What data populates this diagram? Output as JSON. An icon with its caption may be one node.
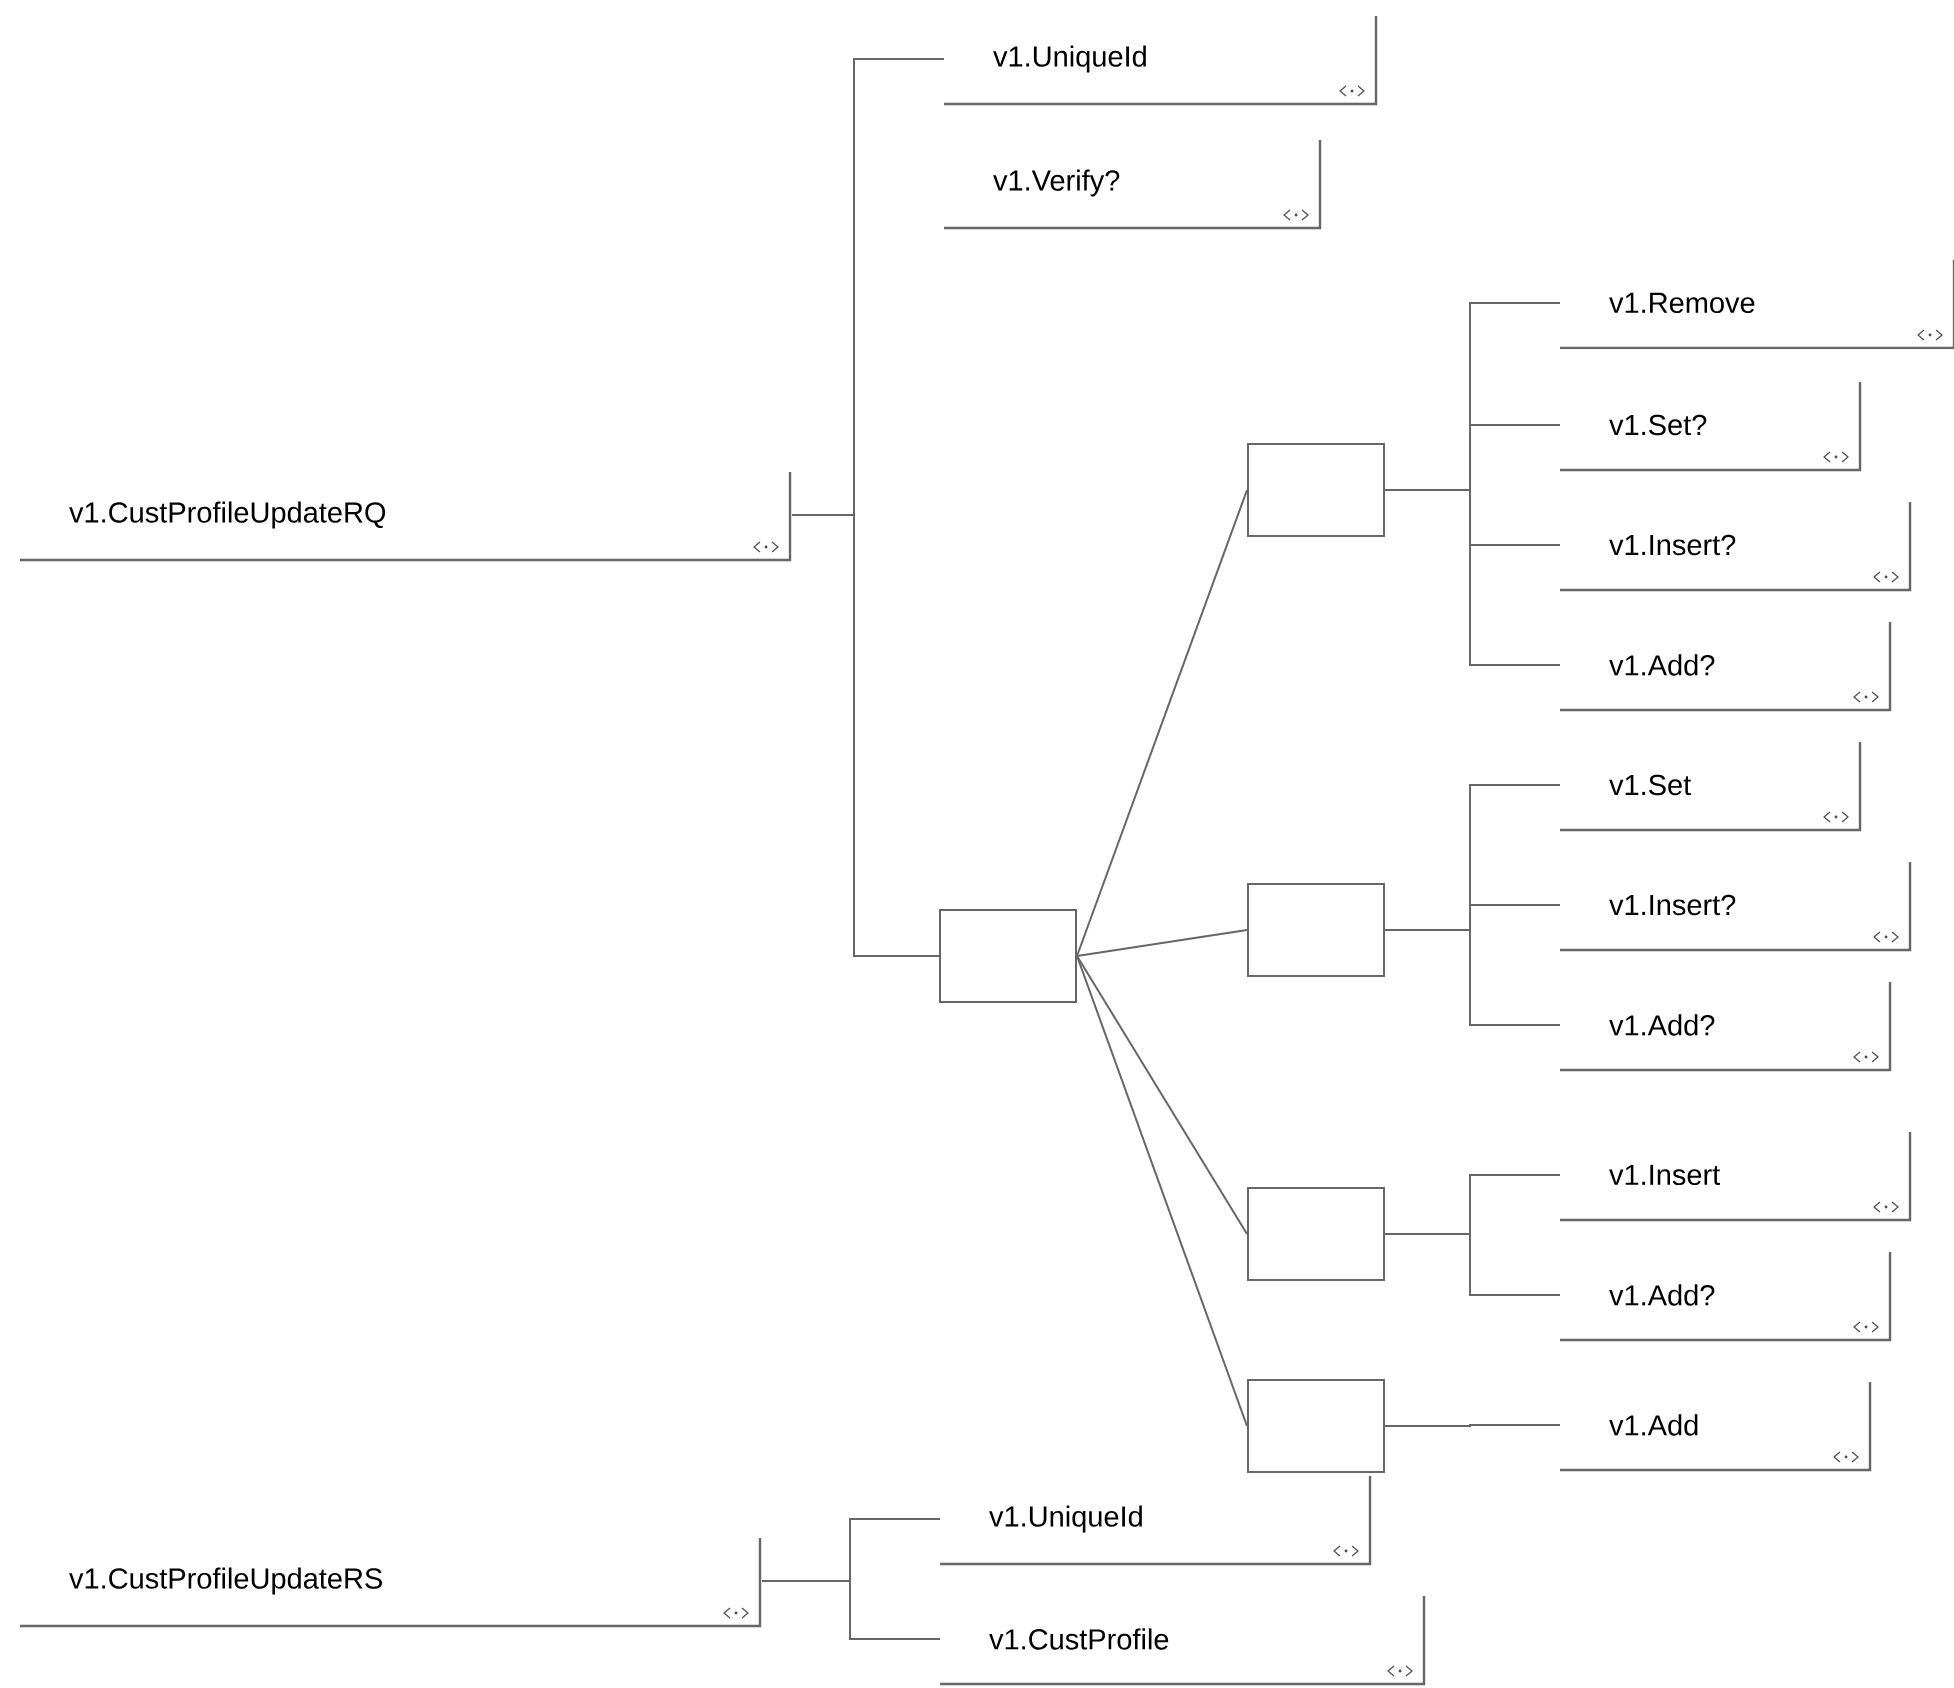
{
  "diagram": {
    "nodes": [
      {
        "text": [
          "v1.CustProfileUpdateRQ"
        ]
      },
      {
        "text": [
          "v1.UniqueId"
        ]
      },
      {
        "text": [
          "v1.Verify?"
        ]
      },
      {
        "text": [],
        "shape": "box"
      },
      {
        "text": [],
        "shape": "box"
      },
      {
        "text": [
          "v1.Remove"
        ]
      },
      {
        "text": [
          "v1.Set?"
        ]
      },
      {
        "text": [
          "v1.Insert?"
        ]
      },
      {
        "text": [
          "v1.Add?"
        ]
      },
      {
        "text": [],
        "shape": "box"
      },
      {
        "text": [
          "v1.Set"
        ]
      },
      {
        "text": [
          "v1.Insert?"
        ]
      },
      {
        "text": [
          "v1.Add?"
        ]
      },
      {
        "text": [],
        "shape": "box"
      },
      {
        "text": [
          "v1.Insert"
        ]
      },
      {
        "text": [
          "v1.Add?"
        ]
      },
      {
        "text": [],
        "shape": "box"
      },
      {
        "text": [
          "v1.Add"
        ]
      },
      {
        "text": [
          "v1.CustProfileUpdateRS"
        ]
      },
      {
        "text": [
          "v1.UniqueId"
        ]
      },
      {
        "text": [
          "v1.CustProfile"
        ]
      }
    ],
    "edges": [
      {
        "from": 0,
        "to": 1,
        "arrow": "none"
      },
      {
        "from": 0,
        "to": 3,
        "arrow": "none"
      },
      {
        "from": 3,
        "to": 4,
        "arrow": "none"
      },
      {
        "from": 3,
        "to": 9,
        "arrow": "none"
      },
      {
        "from": 3,
        "to": 13,
        "arrow": "none"
      },
      {
        "from": 3,
        "to": 16,
        "arrow": "none"
      },
      {
        "from": 4,
        "to": 5,
        "arrow": "none"
      },
      {
        "from": 4,
        "to": 6,
        "arrow": "none"
      },
      {
        "from": 4,
        "to": 7,
        "arrow": "none"
      },
      {
        "from": 4,
        "to": 8,
        "arrow": "none"
      },
      {
        "from": 9,
        "to": 10,
        "arrow": "none"
      },
      {
        "from": 9,
        "to": 11,
        "arrow": "none"
      },
      {
        "from": 9,
        "to": 12,
        "arrow": "none"
      },
      {
        "from": 13,
        "to": 14,
        "arrow": "none"
      },
      {
        "from": 13,
        "to": 15,
        "arrow": "none"
      },
      {
        "from": 16,
        "to": 17,
        "arrow": "none"
      },
      {
        "from": 18,
        "to": 19,
        "arrow": "none"
      },
      {
        "from": 18,
        "to": 20,
        "arrow": "none"
      }
    ]
  }
}
